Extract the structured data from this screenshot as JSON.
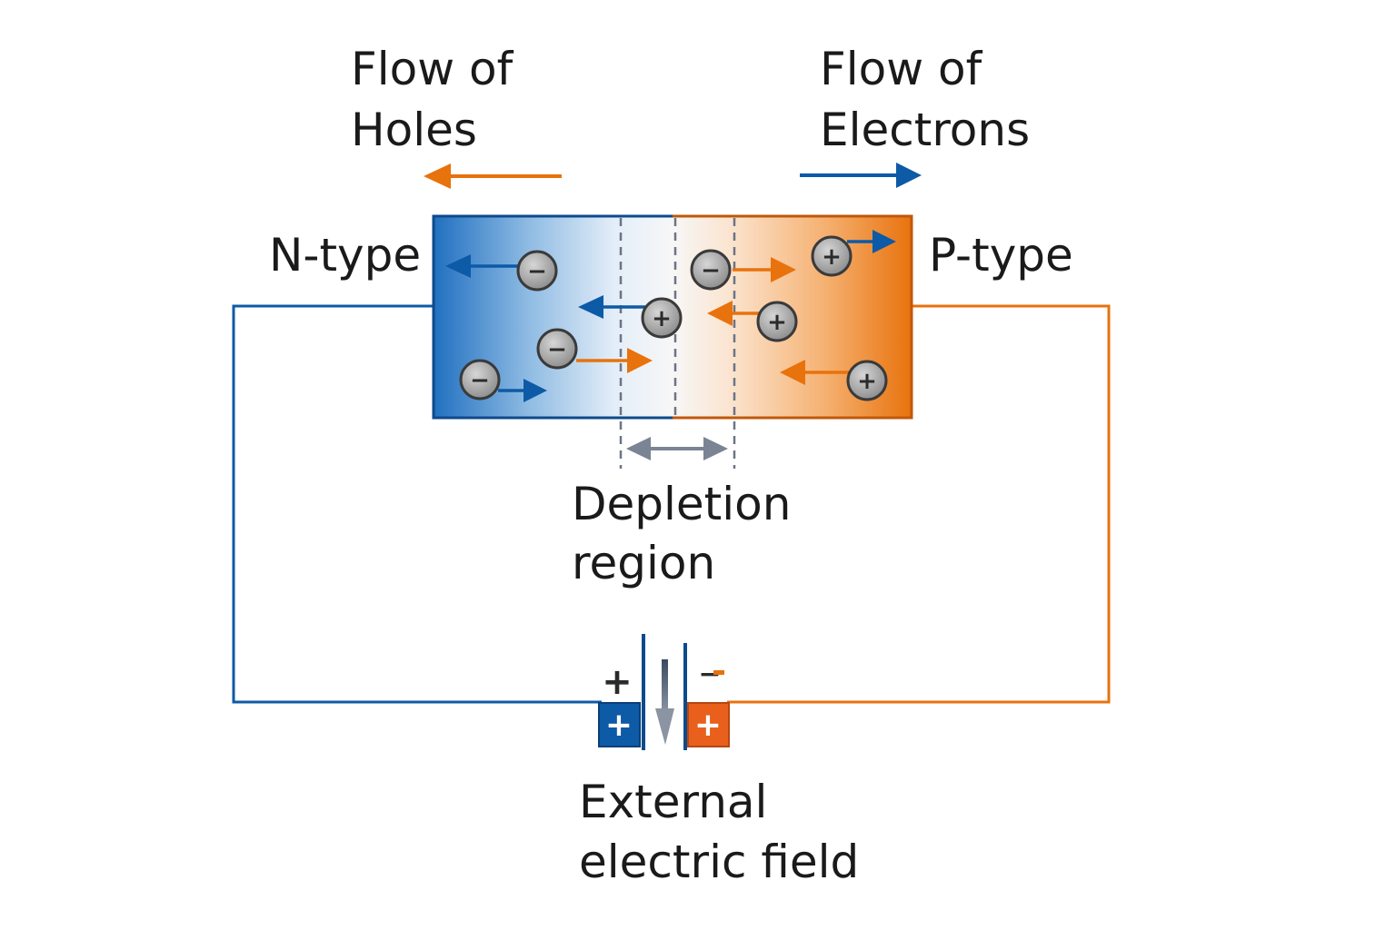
{
  "labels": {
    "holes_line1": "Flow of",
    "holes_line2": "Holes",
    "electrons_line1": "Flow of",
    "electrons_line2": "Electrons",
    "n_type": "N-type",
    "p_type": "P-type",
    "depletion_line1": "Depletion",
    "depletion_line2": "region",
    "field_line1": "External",
    "field_line2": "electric field"
  },
  "battery": {
    "positive_sign": "+",
    "negative_sign": "−",
    "positive_terminal_sign": "+",
    "negative_terminal_sign": "+"
  },
  "particles": {
    "negative_sign": "−",
    "positive_sign": "+"
  },
  "colors": {
    "n_blue": "#0d5aa7",
    "p_orange": "#e8720c",
    "particle_gray": "#9a9a9a",
    "dashed_gray": "#6b7585"
  }
}
